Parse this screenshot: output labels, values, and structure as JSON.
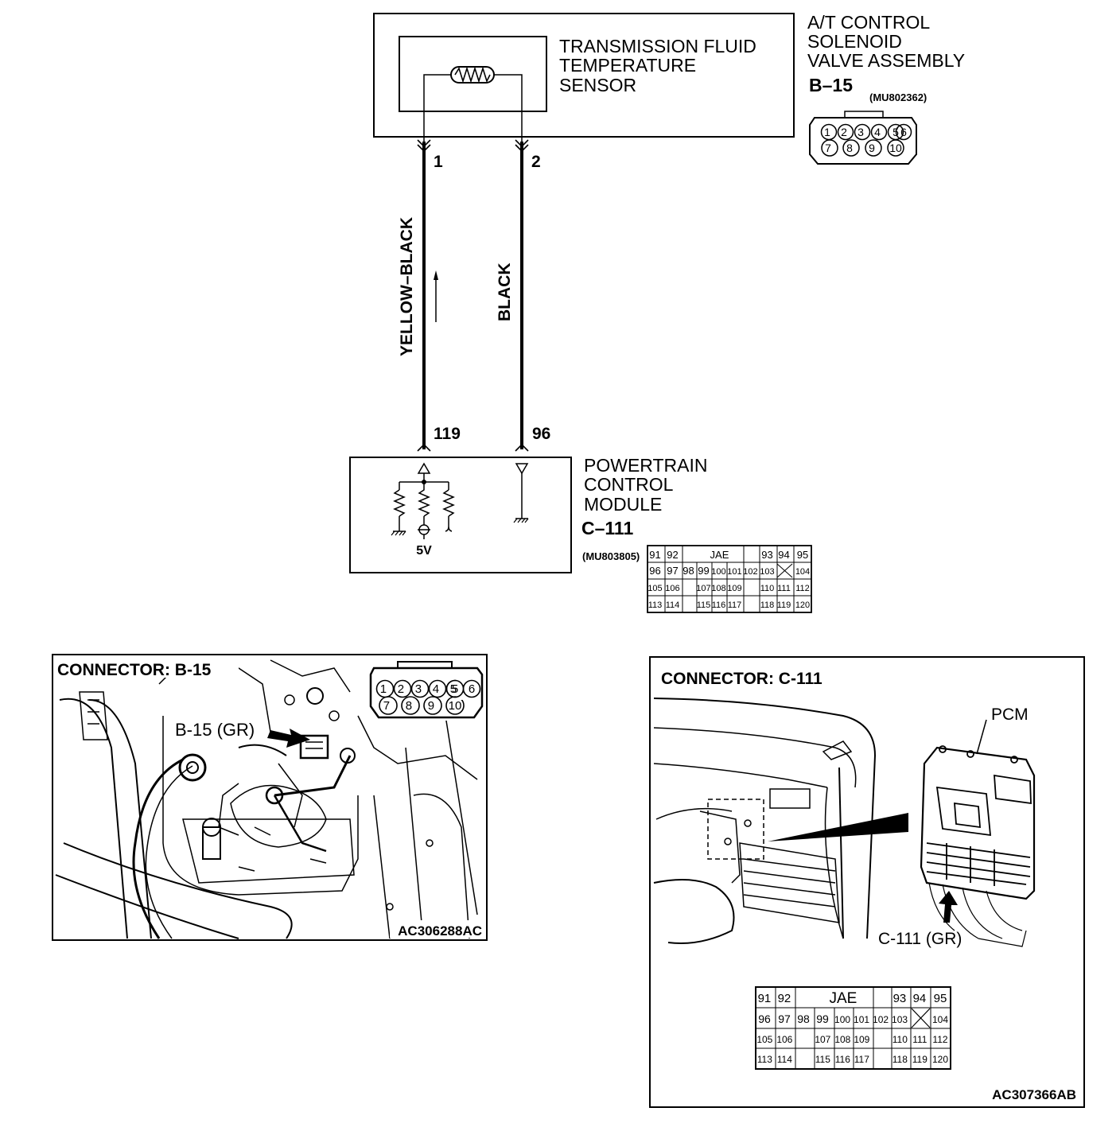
{
  "sensor_box": {
    "title_lines": [
      "TRANSMISSION FLUID",
      "TEMPERATURE",
      "SENSOR"
    ]
  },
  "solenoid_assembly": {
    "title_lines": [
      "A/T CONTROL",
      "SOLENOID",
      "VALVE ASSEMBLY"
    ],
    "connector_id": "B–15",
    "part_number": "(MU802362)",
    "pins_top": [
      "1",
      "2",
      "3",
      "4",
      "5",
      "6"
    ],
    "pins_bottom": [
      "7",
      "8",
      "9",
      "10"
    ]
  },
  "wires": [
    {
      "sensor_pin": "1",
      "color_label": "YELLOW–BLACK",
      "pcm_pin": "119"
    },
    {
      "sensor_pin": "2",
      "color_label": "BLACK",
      "pcm_pin": "96"
    }
  ],
  "pcm": {
    "title_lines": [
      "POWERTRAIN",
      "CONTROL",
      "MODULE"
    ],
    "connector_id": "C–111",
    "part_number": "(MU803805)",
    "supply_label": "5V"
  },
  "pcm_connector_table": {
    "header_label": "JAE",
    "row1": [
      "91",
      "92",
      "93",
      "94",
      "95"
    ],
    "row2": [
      "96",
      "97",
      "98",
      "99",
      "100",
      "101",
      "102",
      "103",
      "104"
    ],
    "row3": [
      "105",
      "106",
      "107",
      "108",
      "109",
      "110",
      "111",
      "112"
    ],
    "row4": [
      "113",
      "114",
      "115",
      "116",
      "117",
      "118",
      "119",
      "120"
    ]
  },
  "panel_b15": {
    "title": "CONNECTOR: B-15",
    "callout": "B-15 (GR)",
    "figure_code": "AC306288AC",
    "pins_top": [
      "1",
      "2",
      "3",
      "4",
      "5",
      "6"
    ],
    "pins_bottom": [
      "7",
      "8",
      "9",
      "10"
    ]
  },
  "panel_c111": {
    "title": "CONNECTOR: C-111",
    "pcm_label": "PCM",
    "callout": "C-111 (GR)",
    "figure_code": "AC307366AB"
  }
}
